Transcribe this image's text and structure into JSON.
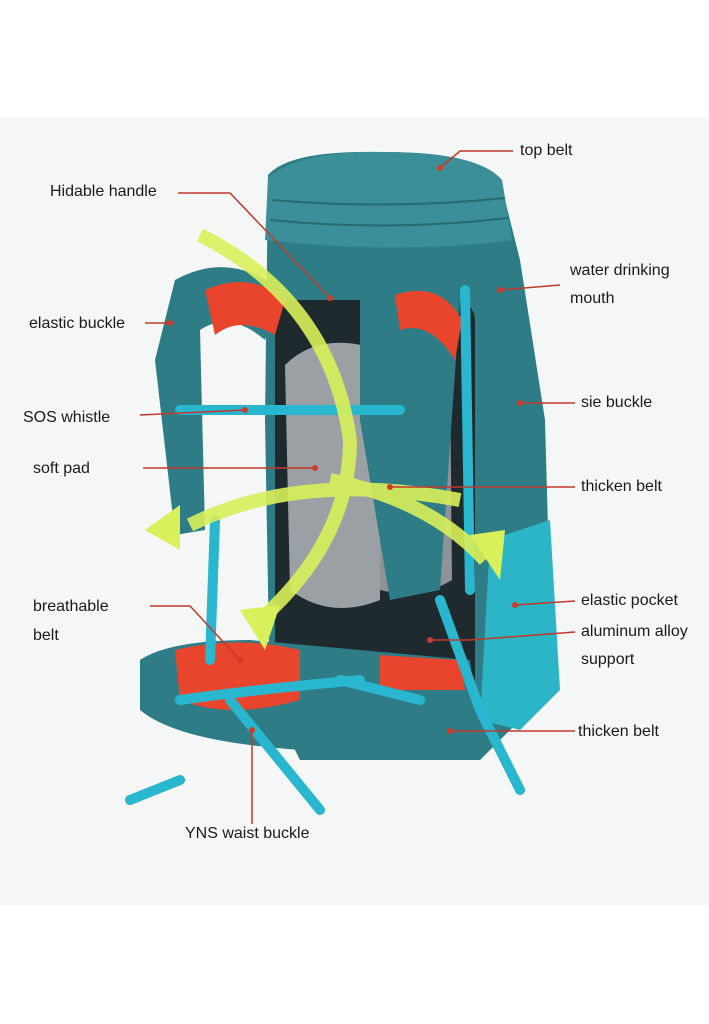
{
  "labels": {
    "top_belt": "top belt",
    "hidable_handle": "Hidable handle",
    "water_drinking_mouth_1": "water drinking",
    "water_drinking_mouth_2": "mouth",
    "elastic_buckle": "elastic buckle",
    "sos_whistle": "SOS whistle",
    "sie_buckle": "sie buckle",
    "soft_pad": "soft pad",
    "thicken_belt_upper": "thicken belt",
    "breathable_belt_1": "breathable",
    "breathable_belt_2": "belt",
    "elastic_pocket": "elastic pocket",
    "aluminum_alloy_support_1": "aluminum alloy",
    "aluminum_alloy_support_2": "support",
    "thicken_belt_lower": "thicken belt",
    "yns_waist_buckle": "YNS waist buckle"
  },
  "colors": {
    "pack_teal": "#2e7d86",
    "strap_cyan": "#29b6cf",
    "pad_red": "#e8452c",
    "arrow_green": "#d9f05a",
    "leader_line": "#c0392b"
  }
}
